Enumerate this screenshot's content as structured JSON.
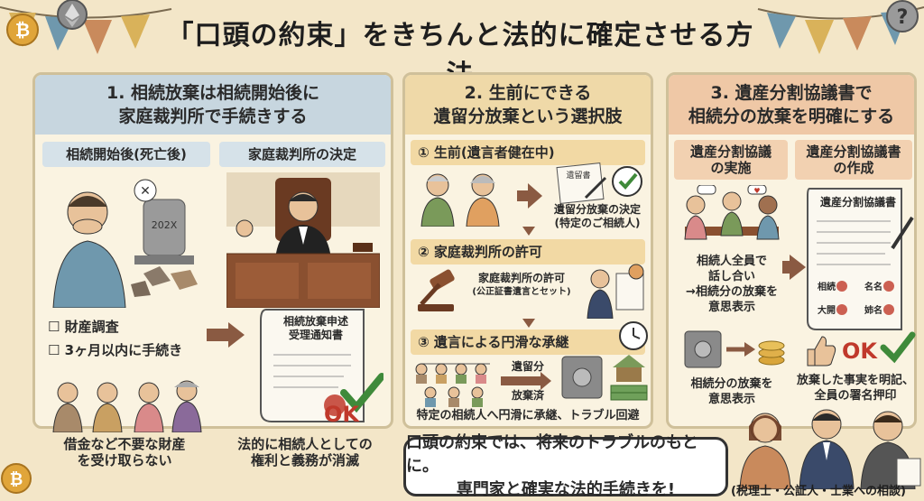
{
  "title": "「口頭の約束」をきちんと法的に確定させる方法",
  "icons": {
    "bitcoin": "bitcoin-coin-icon",
    "ethereum": "ethereum-coin-icon",
    "question": "question-coin-icon"
  },
  "panel1": {
    "heading_line1": "1. 相続放棄は相続開始後に",
    "heading_line2": "家庭裁判所で手続きする",
    "left_sub": "相続開始後(死亡後)",
    "right_sub": "家庭裁判所の決定",
    "tombstone": "202X",
    "checklist": [
      "財産調査",
      "3ヶ月以内に手続き"
    ],
    "document_line1": "相続放棄申述",
    "document_line2": "受理通知書",
    "ok": "OK",
    "bottom_left_line1": "借金など不要な財産",
    "bottom_left_line2": "を受け取らない",
    "bottom_right_line1": "法的に相続人としての",
    "bottom_right_line2": "権利と義務が消滅"
  },
  "panel2": {
    "heading_line1": "2. 生前にできる",
    "heading_line2": "遺留分放棄という選択肢",
    "step1": "① 生前(遺言者健在中)",
    "step1_doc": "遺留書",
    "step1_text_line1": "遺留分放棄の決定",
    "step1_text_line2": "(特定のご相続人)",
    "step2": "② 家庭裁判所の許可",
    "step2_text_line1": "家庭裁判所の許可",
    "step2_text_line2": "(公正証書遺言とセット)",
    "step3": "③ 遺言による円滑な承継",
    "step3_label1": "遺留分",
    "step3_label2": "放棄済",
    "bottom": "特定の相続人へ円滑に承継、トラブル回避"
  },
  "panel3": {
    "heading_line1": "3. 遺産分割協議書で",
    "heading_line2": "相続分の放棄を明確にする",
    "left_sub_line1": "遺産分割協議",
    "left_sub_line2": "の実施",
    "right_sub_line1": "遺産分割協議書",
    "right_sub_line2": "の作成",
    "doc_title": "遺産分割協議書",
    "sig_rows": [
      {
        "left": "相続",
        "right": "名名"
      },
      {
        "left": "大開",
        "right": "姉名"
      }
    ],
    "middle_text_line1": "相続人全員で",
    "middle_text_line2": "話し合い",
    "middle_text_line3": "→相続分の放棄を",
    "middle_text_line4": "意思表示",
    "lower_text_line1": "相続分の放棄を",
    "lower_text_line2": "意思表示",
    "ok": "OK",
    "bottom_line1": "放棄した事実を明記、",
    "bottom_line2": "全員の署名押印"
  },
  "callout": {
    "line1": "口頭の約束では、将来のトラブルのもとに。",
    "line2": "専門家と確実な法的手続きを!"
  },
  "experts_caption": "(税理士・公証人・士業への相談)"
}
